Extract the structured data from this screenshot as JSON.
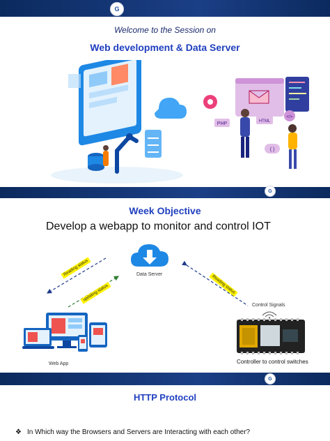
{
  "logo": {
    "text": "G"
  },
  "slide1": {
    "welcome": "Welcome to the  Session on",
    "title": "Web development & Data Server"
  },
  "slide2": {
    "title": "Week Objective",
    "subtitle": "Develop a webapp to monitor and control IOT",
    "data_server_label": "Data Server",
    "reading_status_label": "Reading status",
    "updating_status_label": "updating status",
    "reading_status_label_right": "Reading status",
    "control_signals_label": "Control Signals",
    "web_app_label": "Web App",
    "controller_label": "Controller to control switches"
  },
  "slide3": {
    "title": "HTTP Protocol",
    "bullet_symbol": "❖",
    "bullet_text": "In Which way the Browsers and Servers are Interacting with each other?"
  },
  "illustration": {
    "code_tags": [
      "PHP",
      "HTML",
      "{ }",
      "</>"
    ]
  },
  "colors": {
    "band": "#0b2a5e",
    "title_blue": "#1f3fbf",
    "yellow_label": "#fff200"
  }
}
